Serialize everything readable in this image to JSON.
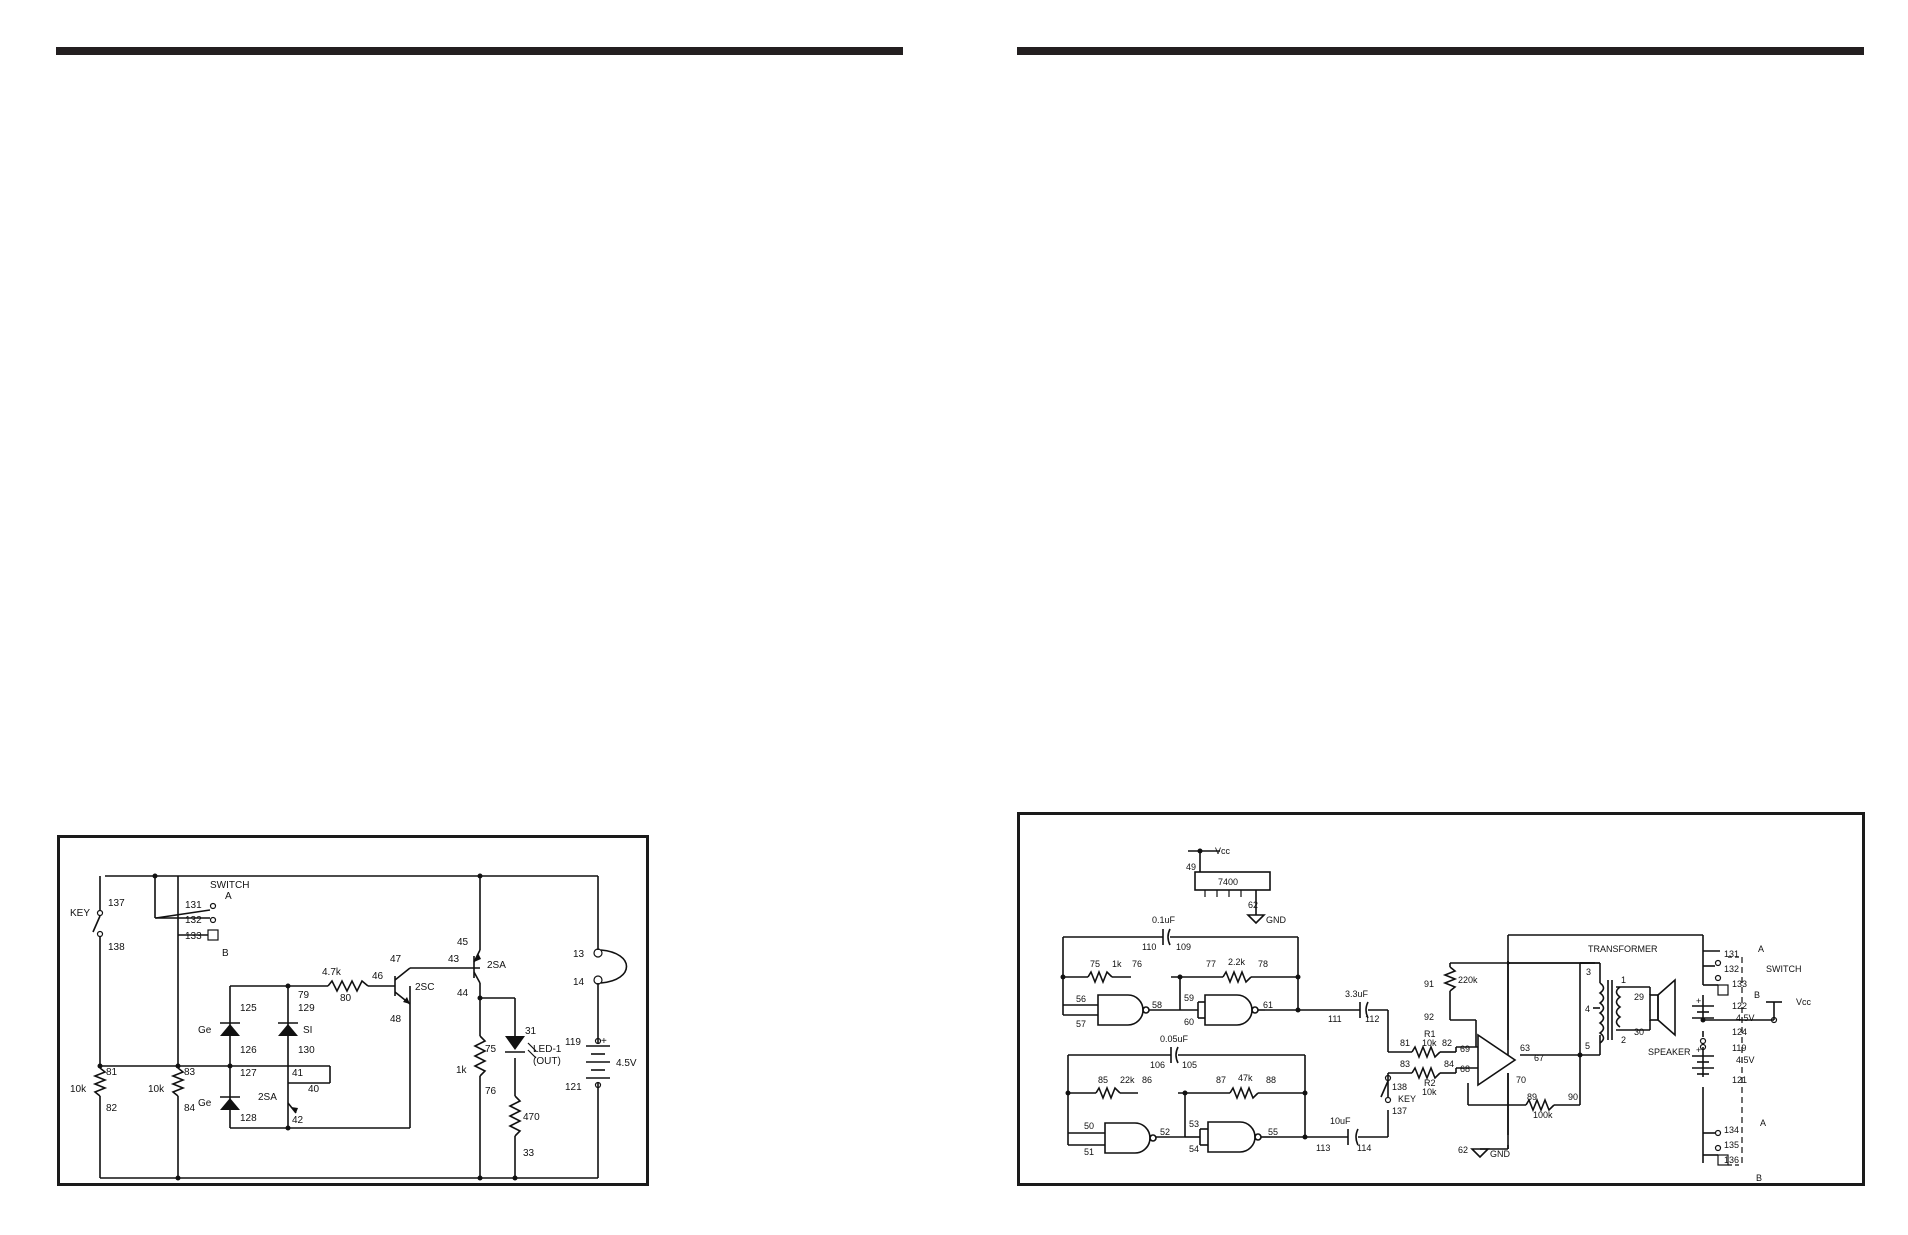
{
  "left_schematic": {
    "labels": {
      "key": "KEY",
      "n137": "137",
      "n138": "138",
      "switch": "SWITCH",
      "sw_a": "A",
      "sw_b": "B",
      "n131": "131",
      "n132": "132",
      "n133": "133",
      "ge1": "Ge",
      "ge2": "Ge",
      "si": "SI",
      "n125": "125",
      "n126": "126",
      "n127": "127",
      "n128": "128",
      "n129": "129",
      "n130": "130",
      "n41": "41",
      "n40": "40",
      "n42": "42",
      "t2sa_small": "2SA",
      "r47k": "4.7k",
      "n79": "79",
      "n80": "80",
      "n46": "46",
      "n47": "47",
      "n48": "48",
      "t2sc": "2SC",
      "n43": "43",
      "n44": "44",
      "n45": "45",
      "t2sa": "2SA",
      "n75": "75",
      "n76": "76",
      "r1k": "1k",
      "n31": "31",
      "led": "LED-1",
      "led_out": "(OUT)",
      "r470": "470",
      "n33": "33",
      "n13": "13",
      "n14": "14",
      "n119": "119",
      "n121": "121",
      "batt": "4.5V",
      "plus": "+",
      "n81": "81",
      "n82": "82",
      "r10k_a": "10k",
      "n83": "83",
      "n84": "84",
      "r10k_b": "10k"
    }
  },
  "right_schematic": {
    "labels": {
      "vcc_top": "Vcc",
      "n49": "49",
      "ic": "7400",
      "n62a": "62",
      "gnd_a": "GND",
      "c01": "0.1uF",
      "n110": "110",
      "n109": "109",
      "n75": "75",
      "r1k": "1k",
      "n76": "76",
      "n77": "77",
      "r22k": "2.2k",
      "n78": "78",
      "n56": "56",
      "n57": "57",
      "n58": "58",
      "n59": "59",
      "n60": "60",
      "n61": "61",
      "c33": "3.3uF",
      "n111": "111",
      "n112": "112",
      "c005": "0.05uF",
      "n106": "106",
      "n105": "105",
      "n85": "85",
      "r22k_b": "22k",
      "n86": "86",
      "n87": "87",
      "r47k": "47k",
      "n88": "88",
      "n50": "50",
      "n51": "51",
      "n52": "52",
      "n53": "53",
      "n54": "54",
      "n55": "55",
      "c10": "10uF",
      "n113": "113",
      "n114": "114",
      "n138": "138",
      "n137": "137",
      "key": "KEY",
      "n91": "91",
      "n92": "92",
      "r220k": "220k",
      "n81": "81",
      "r1": "R1",
      "r1v": "10k",
      "n82": "82",
      "n83": "83",
      "r2": "R2",
      "r2v": "10k",
      "n84": "84",
      "n69": "69",
      "n68": "68",
      "n63": "63",
      "n67": "67",
      "n70": "70",
      "n89": "89",
      "r100k": "100k",
      "n90": "90",
      "n62b": "62",
      "gnd_b": "GND",
      "transformer": "TRANSFORMER",
      "t3": "3",
      "t4": "4",
      "t5": "5",
      "t1": "1",
      "t2": "2",
      "n29": "29",
      "n30": "30",
      "speaker": "SPEAKER",
      "n131": "131",
      "n132": "132",
      "n133": "133",
      "switch": "SWITCH",
      "sw_a": "A",
      "sw_b": "B",
      "n122": "122",
      "batt1": "4.5V",
      "n124": "124",
      "n119": "119",
      "batt2": "4.5V",
      "n121": "121",
      "n134": "134",
      "n135": "135",
      "n136": "136",
      "sw2_a": "A",
      "sw2_b": "B",
      "vcc_right": "Vcc",
      "plus1": "+",
      "plus2": "+"
    }
  }
}
